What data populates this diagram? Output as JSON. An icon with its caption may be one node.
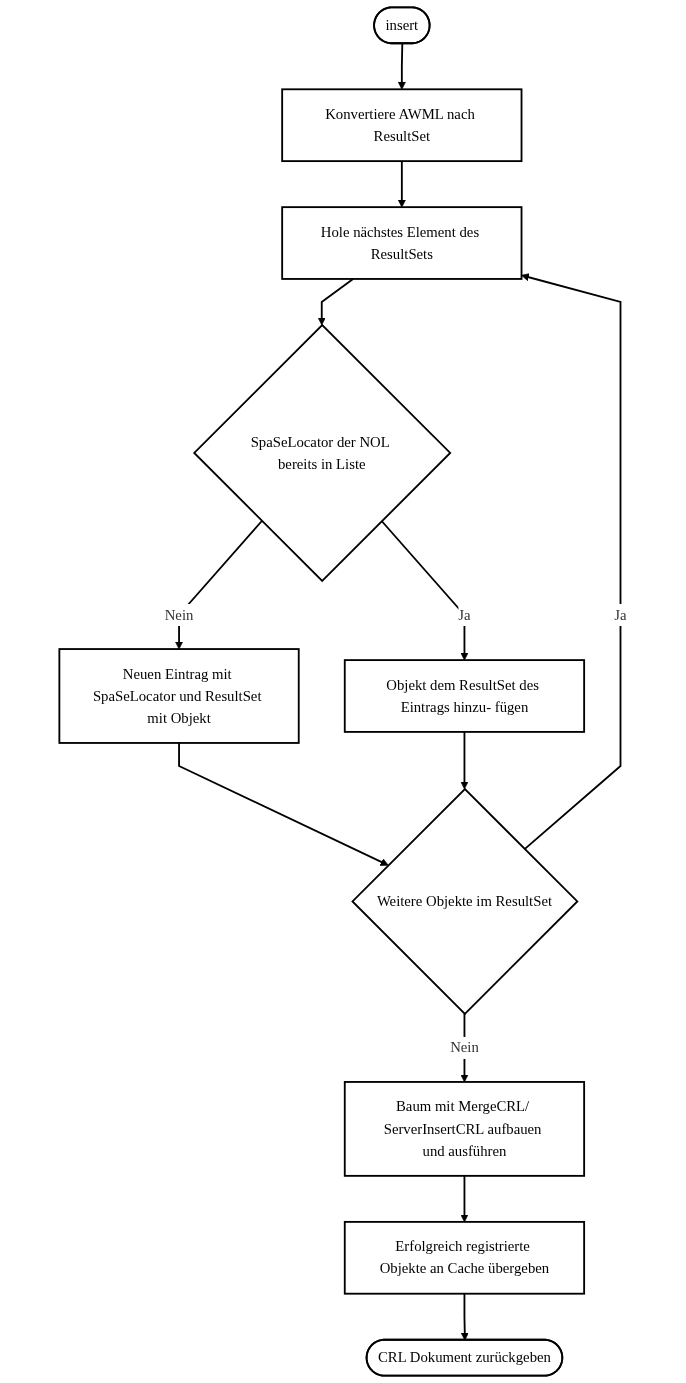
{
  "diagram": {
    "nodes": [
      {
        "text": [
          "insert"
        ]
      },
      {
        "text": [
          "Konvertiere AWML nach ResultSet"
        ]
      },
      {
        "text": [
          "Hole nächstes Element des ResultSets"
        ]
      },
      {
        "text": [
          "SpaSeLocator der NOL bereits in Liste"
        ]
      },
      {
        "text": [
          "Neuen Eintrag mit SpaSeLocator und ResultSet mit Objekt"
        ]
      },
      {
        "text": [
          "Objekt dem ResultSet des Eintrags hinzu- fügen"
        ]
      },
      {
        "text": [
          "Weitere Objekte im ResultSet"
        ]
      },
      {
        "text": [
          "Baum mit MergeCRL/ ServerInsertCRL aufbauen und ausführen"
        ]
      },
      {
        "text": [
          "Erfolgreich registrierte Objekte an Cache übergeben"
        ]
      },
      {
        "text": [
          "CRL Dokument zurückgeben"
        ]
      }
    ],
    "edges": [
      {
        "from": 0,
        "to": 1,
        "arrow": "to"
      },
      {
        "from": 1,
        "to": 2,
        "arrow": "to"
      },
      {
        "from": 2,
        "to": 3,
        "arrow": "to"
      },
      {
        "from": 3,
        "to": 4,
        "label": "Nein",
        "arrow": "to"
      },
      {
        "from": 3,
        "to": 5,
        "label": "Ja",
        "arrow": "to"
      },
      {
        "from": 4,
        "to": 6,
        "arrow": "to"
      },
      {
        "from": 5,
        "to": 6,
        "arrow": "to"
      },
      {
        "from": 6,
        "to": 2,
        "label": "Ja",
        "arrow": "to"
      },
      {
        "from": 6,
        "to": 7,
        "label": "Nein",
        "arrow": "to"
      },
      {
        "from": 7,
        "to": 8,
        "arrow": "to"
      },
      {
        "from": 8,
        "to": 9,
        "arrow": "to"
      }
    ]
  }
}
